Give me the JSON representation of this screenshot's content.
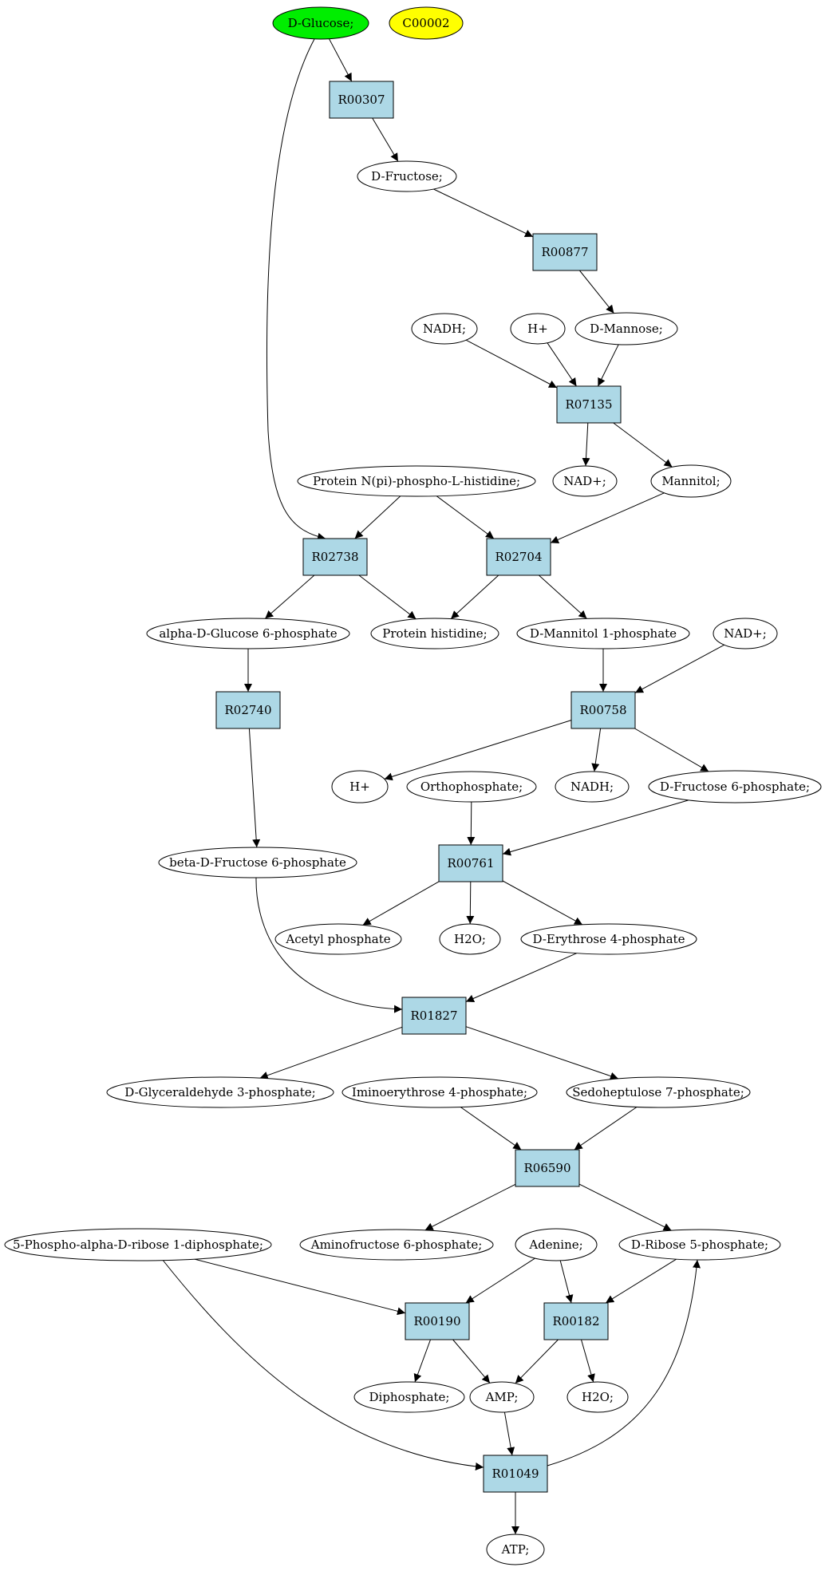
{
  "colors": {
    "start_compound": "#00ee00",
    "target_compound": "#ffff00",
    "compound": "#ffffff",
    "reaction": "#add8e6",
    "stroke": "#000000"
  },
  "nodes": [
    {
      "id": "c_glucose",
      "kind": "compound",
      "role": "start",
      "label": "D-Glucose;"
    },
    {
      "id": "c_c00002",
      "kind": "compound",
      "role": "target",
      "label": "C00002"
    },
    {
      "id": "r_r00307",
      "kind": "reaction",
      "label": "R00307"
    },
    {
      "id": "c_fructose",
      "kind": "compound",
      "label": "D-Fructose;"
    },
    {
      "id": "r_r00877",
      "kind": "reaction",
      "label": "R00877"
    },
    {
      "id": "c_nadh_1",
      "kind": "compound",
      "label": "NADH;"
    },
    {
      "id": "c_h_1",
      "kind": "compound",
      "label": "H+"
    },
    {
      "id": "c_mannose",
      "kind": "compound",
      "label": "D-Mannose;"
    },
    {
      "id": "r_r07135",
      "kind": "reaction",
      "label": "R07135"
    },
    {
      "id": "c_nadplus_1",
      "kind": "compound",
      "label": "NAD+;"
    },
    {
      "id": "c_mannitol",
      "kind": "compound",
      "label": "Mannitol;"
    },
    {
      "id": "c_protein_phospho",
      "kind": "compound",
      "label": "Protein N(pi)-phospho-L-histidine;"
    },
    {
      "id": "r_r02738",
      "kind": "reaction",
      "label": "R02738"
    },
    {
      "id": "r_r02704",
      "kind": "reaction",
      "label": "R02704"
    },
    {
      "id": "c_glucose6p",
      "kind": "compound",
      "label": "alpha-D-Glucose 6-phosphate"
    },
    {
      "id": "c_protein_his",
      "kind": "compound",
      "label": "Protein histidine;"
    },
    {
      "id": "c_mannitol1p",
      "kind": "compound",
      "label": "D-Mannitol 1-phosphate"
    },
    {
      "id": "c_nadplus_2",
      "kind": "compound",
      "label": "NAD+;"
    },
    {
      "id": "r_r02740",
      "kind": "reaction",
      "label": "R02740"
    },
    {
      "id": "r_r00758",
      "kind": "reaction",
      "label": "R00758"
    },
    {
      "id": "c_h_2",
      "kind": "compound",
      "label": "H+"
    },
    {
      "id": "c_orthophosphate",
      "kind": "compound",
      "label": "Orthophosphate;"
    },
    {
      "id": "c_nadh_2",
      "kind": "compound",
      "label": "NADH;"
    },
    {
      "id": "c_fructose6p",
      "kind": "compound",
      "label": "D-Fructose 6-phosphate;"
    },
    {
      "id": "c_bfructose6p",
      "kind": "compound",
      "label": "beta-D-Fructose 6-phosphate"
    },
    {
      "id": "r_r00761",
      "kind": "reaction",
      "label": "R00761"
    },
    {
      "id": "c_acetylp",
      "kind": "compound",
      "label": "Acetyl phosphate"
    },
    {
      "id": "c_h2o_1",
      "kind": "compound",
      "label": "H2O;"
    },
    {
      "id": "c_erythrose4p",
      "kind": "compound",
      "label": "D-Erythrose 4-phosphate"
    },
    {
      "id": "r_r01827",
      "kind": "reaction",
      "label": "R01827"
    },
    {
      "id": "c_glyceraldehyde3p",
      "kind": "compound",
      "label": "D-Glyceraldehyde 3-phosphate;"
    },
    {
      "id": "c_iminoerythrose4p",
      "kind": "compound",
      "label": "Iminoerythrose 4-phosphate;"
    },
    {
      "id": "c_sedoheptulose7p",
      "kind": "compound",
      "label": "Sedoheptulose 7-phosphate;"
    },
    {
      "id": "r_r06590",
      "kind": "reaction",
      "label": "R06590"
    },
    {
      "id": "c_prpp",
      "kind": "compound",
      "label": "5-Phospho-alpha-D-ribose 1-diphosphate;"
    },
    {
      "id": "c_aminofructose6p",
      "kind": "compound",
      "label": "Aminofructose 6-phosphate;"
    },
    {
      "id": "c_adenine",
      "kind": "compound",
      "label": "Adenine;"
    },
    {
      "id": "c_ribose5p",
      "kind": "compound",
      "label": "D-Ribose 5-phosphate;"
    },
    {
      "id": "r_r00190",
      "kind": "reaction",
      "label": "R00190"
    },
    {
      "id": "r_r00182",
      "kind": "reaction",
      "label": "R00182"
    },
    {
      "id": "c_diphosphate",
      "kind": "compound",
      "label": "Diphosphate;"
    },
    {
      "id": "c_amp",
      "kind": "compound",
      "label": "AMP;"
    },
    {
      "id": "c_h2o_2",
      "kind": "compound",
      "label": "H2O;"
    },
    {
      "id": "r_r01049",
      "kind": "reaction",
      "label": "R01049"
    },
    {
      "id": "c_atp",
      "kind": "compound",
      "label": "ATP;"
    }
  ],
  "edges": [
    {
      "from": "c_glucose",
      "to": "r_r00307"
    },
    {
      "from": "c_glucose",
      "to": "r_r02738"
    },
    {
      "from": "r_r00307",
      "to": "c_fructose"
    },
    {
      "from": "c_fructose",
      "to": "r_r00877"
    },
    {
      "from": "r_r00877",
      "to": "c_mannose"
    },
    {
      "from": "c_nadh_1",
      "to": "r_r07135"
    },
    {
      "from": "c_h_1",
      "to": "r_r07135"
    },
    {
      "from": "c_mannose",
      "to": "r_r07135"
    },
    {
      "from": "r_r07135",
      "to": "c_nadplus_1"
    },
    {
      "from": "r_r07135",
      "to": "c_mannitol"
    },
    {
      "from": "c_protein_phospho",
      "to": "r_r02738"
    },
    {
      "from": "c_protein_phospho",
      "to": "r_r02704"
    },
    {
      "from": "c_mannitol",
      "to": "r_r02704"
    },
    {
      "from": "r_r02738",
      "to": "c_glucose6p"
    },
    {
      "from": "r_r02738",
      "to": "c_protein_his"
    },
    {
      "from": "r_r02704",
      "to": "c_protein_his"
    },
    {
      "from": "r_r02704",
      "to": "c_mannitol1p"
    },
    {
      "from": "c_glucose6p",
      "to": "r_r02740"
    },
    {
      "from": "c_mannitol1p",
      "to": "r_r00758"
    },
    {
      "from": "c_nadplus_2",
      "to": "r_r00758"
    },
    {
      "from": "r_r02740",
      "to": "c_bfructose6p"
    },
    {
      "from": "r_r00758",
      "to": "c_h_2"
    },
    {
      "from": "r_r00758",
      "to": "c_nadh_2"
    },
    {
      "from": "r_r00758",
      "to": "c_fructose6p"
    },
    {
      "from": "c_orthophosphate",
      "to": "r_r00761"
    },
    {
      "from": "c_fructose6p",
      "to": "r_r00761"
    },
    {
      "from": "r_r00761",
      "to": "c_acetylp"
    },
    {
      "from": "r_r00761",
      "to": "c_h2o_1"
    },
    {
      "from": "r_r00761",
      "to": "c_erythrose4p"
    },
    {
      "from": "c_bfructose6p",
      "to": "r_r01827"
    },
    {
      "from": "c_erythrose4p",
      "to": "r_r01827"
    },
    {
      "from": "r_r01827",
      "to": "c_glyceraldehyde3p"
    },
    {
      "from": "r_r01827",
      "to": "c_sedoheptulose7p"
    },
    {
      "from": "c_iminoerythrose4p",
      "to": "r_r06590"
    },
    {
      "from": "c_sedoheptulose7p",
      "to": "r_r06590"
    },
    {
      "from": "r_r06590",
      "to": "c_aminofructose6p"
    },
    {
      "from": "r_r06590",
      "to": "c_ribose5p"
    },
    {
      "from": "c_prpp",
      "to": "r_r00190"
    },
    {
      "from": "c_prpp",
      "to": "r_r01049"
    },
    {
      "from": "c_adenine",
      "to": "r_r00190"
    },
    {
      "from": "c_adenine",
      "to": "r_r00182"
    },
    {
      "from": "c_ribose5p",
      "to": "r_r00182"
    },
    {
      "from": "r_r00190",
      "to": "c_diphosphate"
    },
    {
      "from": "r_r00190",
      "to": "c_amp"
    },
    {
      "from": "r_r00182",
      "to": "c_amp"
    },
    {
      "from": "r_r00182",
      "to": "c_h2o_2"
    },
    {
      "from": "c_amp",
      "to": "r_r01049"
    },
    {
      "from": "r_r01049",
      "to": "c_ribose5p"
    },
    {
      "from": "r_r01049",
      "to": "c_atp"
    }
  ]
}
